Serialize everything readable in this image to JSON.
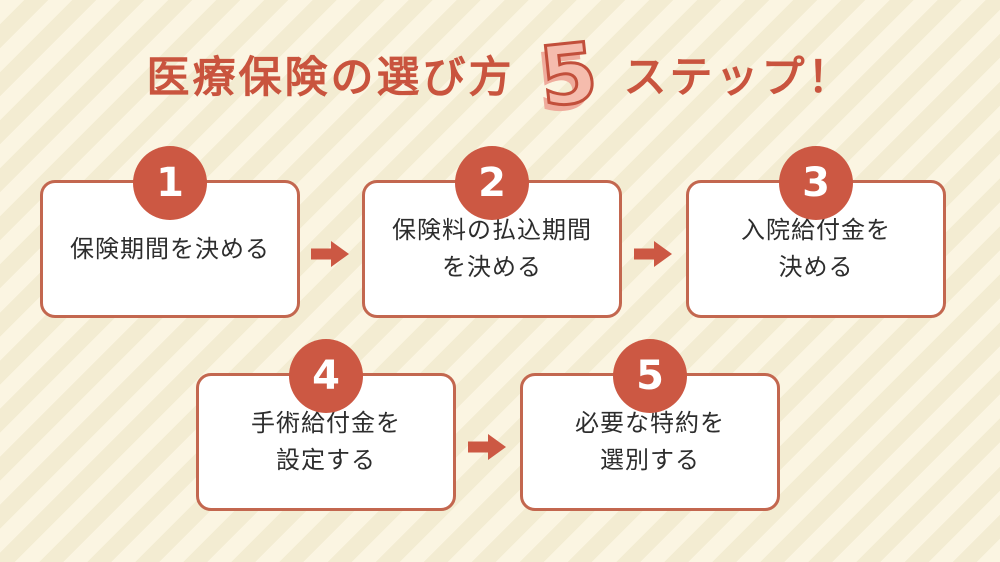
{
  "title": {
    "prefix": "医療保険の選び方",
    "big_number": "5",
    "suffix": "ステップ！"
  },
  "steps": [
    {
      "number": "1",
      "line1": "保険期間を決める",
      "line2": ""
    },
    {
      "number": "2",
      "line1": "保険料の払込期間",
      "line2": "を決める"
    },
    {
      "number": "3",
      "line1": "入院給付金を",
      "line2": "決める"
    },
    {
      "number": "4",
      "line1": "手術給付金を",
      "line2": "設定する"
    },
    {
      "number": "5",
      "line1": "必要な特約を",
      "line2": "選別する"
    }
  ],
  "colors": {
    "accent_red": "#CC5843",
    "box_border": "#C3674F",
    "title_red": "#C9543E",
    "bg_light": "#FBF5E2",
    "bg_dark": "#F3ECD2",
    "big5_fill": "#F5BCAD",
    "big5_stroke": "#C24F3B",
    "big5_shadow": "#EFAB9C",
    "text": "#2D2D2D"
  }
}
